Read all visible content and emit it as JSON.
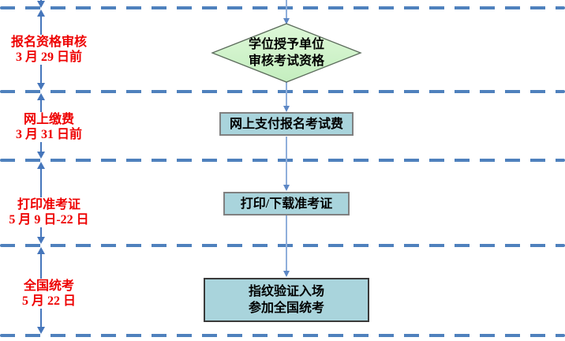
{
  "flow": {
    "stages": [
      {
        "label": {
          "title": "报名资格审核",
          "date": "3 月 29 日前"
        },
        "node": {
          "type": "decision",
          "lines": [
            "学位授予单位",
            "审核考试资格"
          ]
        }
      },
      {
        "label": {
          "title": "网上缴费",
          "date": "3 月 31 日前"
        },
        "node": {
          "type": "process",
          "lines": [
            "网上支付报名考试费"
          ]
        }
      },
      {
        "label": {
          "title": "打印准考证",
          "date": "5 月 9 日-22 日"
        },
        "node": {
          "type": "process",
          "lines": [
            "打印/下载准考证"
          ]
        }
      },
      {
        "label": {
          "title": "全国统考",
          "date": "5 月 22 日"
        },
        "node": {
          "type": "process",
          "lines": [
            "指纹验证入场",
            "参加全国统考"
          ]
        }
      }
    ],
    "colors": {
      "timeline_blue": "#4f81bd",
      "arrow_blue": "#4576bb",
      "connector_blue": "#8fafdb",
      "label_red": "#ee0000",
      "decision_fill": "#ccf2c6",
      "process_fill": "#a9d4dc"
    }
  }
}
